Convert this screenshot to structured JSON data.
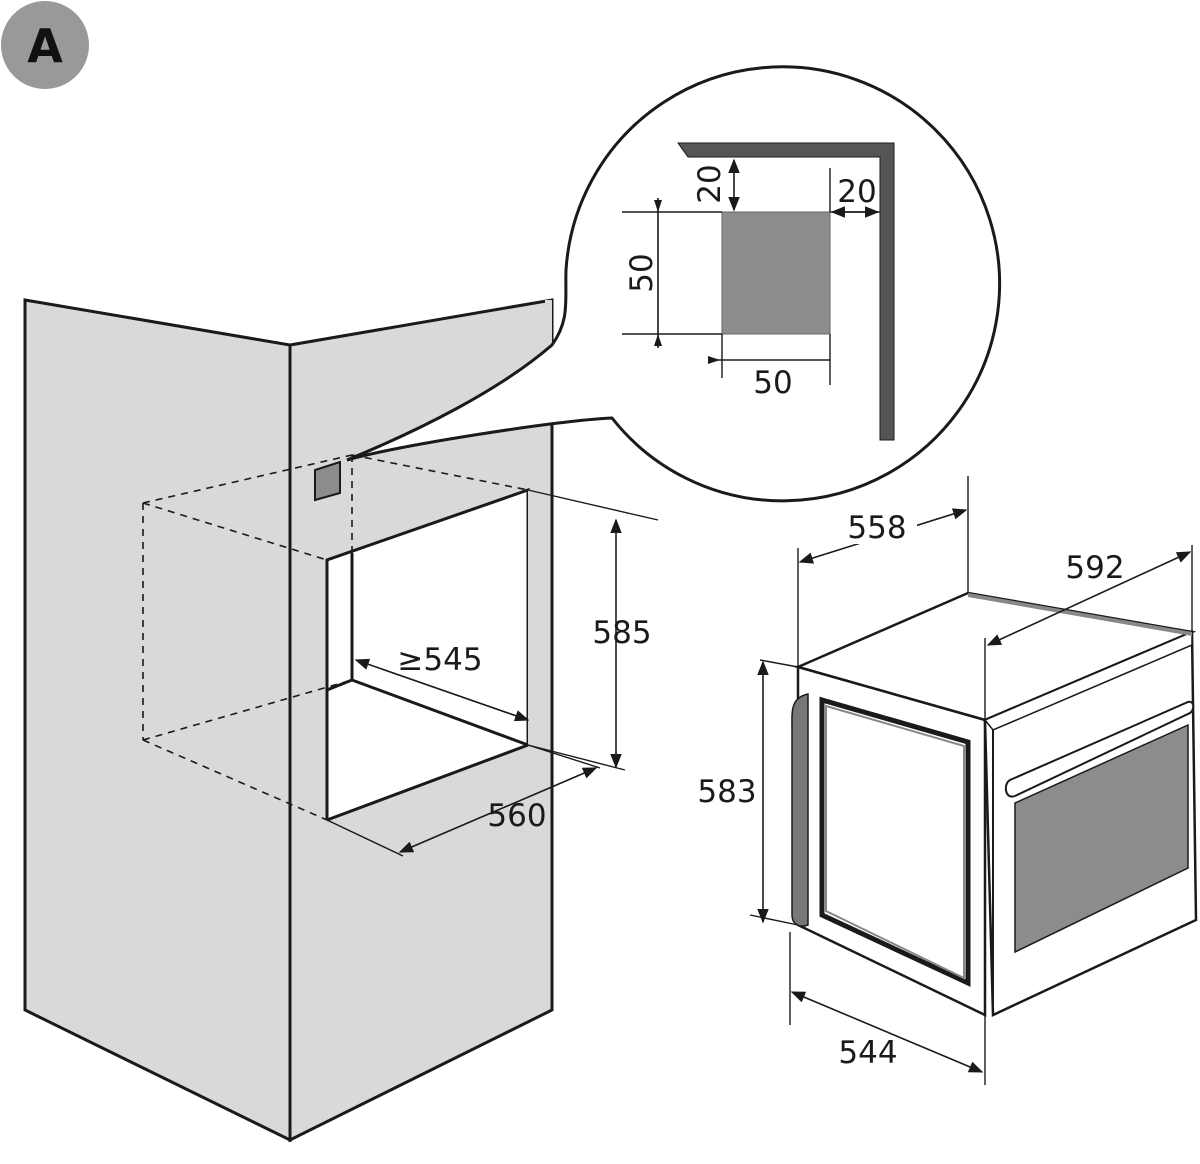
{
  "badge": {
    "label": "A"
  },
  "cabinet": {
    "height_label": "585",
    "inner_depth_label": "≥545",
    "width_label": "560"
  },
  "detail": {
    "top_clearance_label": "20",
    "side_clearance_label": "20",
    "vent_height_label": "50",
    "vent_width_label": "50"
  },
  "oven": {
    "depth_label": "558",
    "width_label": "592",
    "height_label": "583",
    "body_width_label": "544"
  },
  "colors": {
    "cabinet_fill": "#d9d9d9",
    "vent_fill": "#8c8c8c",
    "badge_fill": "#999999",
    "line": "#1a1a1a"
  }
}
